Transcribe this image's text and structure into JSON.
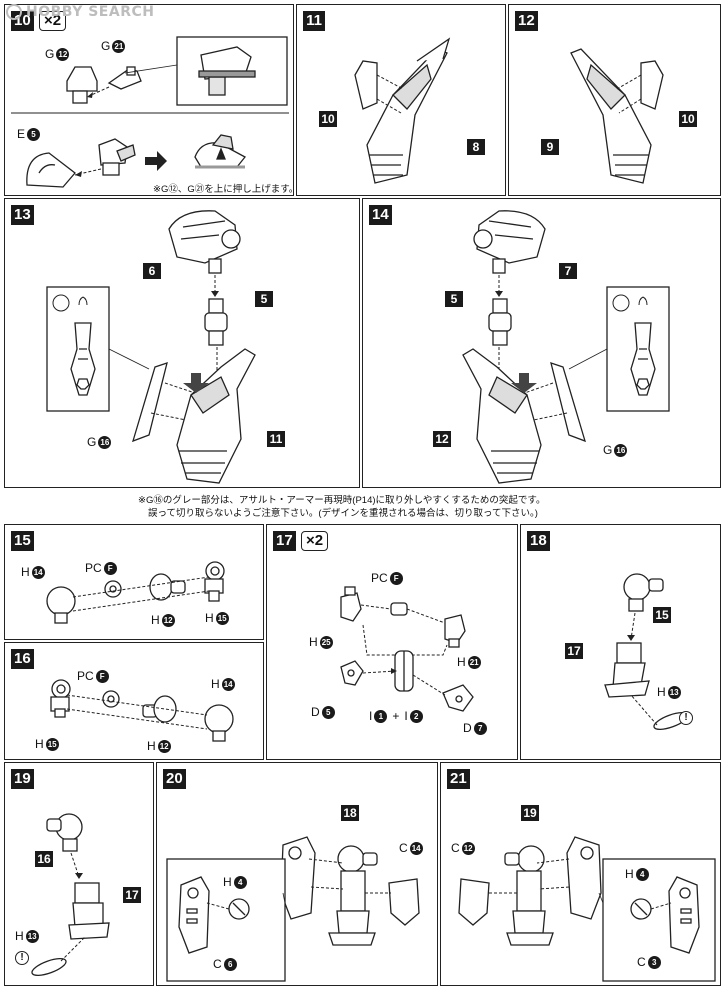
{
  "watermark": {
    "text": "HOBBY SEARCH"
  },
  "steps": {
    "s10": {
      "number": "10",
      "multiplier": "×2",
      "labels": {
        "g12": "G",
        "g12n": "12",
        "g21": "G",
        "g21n": "21",
        "e5": "E",
        "e5n": "5"
      },
      "note": "※G⑫、G㉑を上に押し上げます。"
    },
    "s11": {
      "number": "11",
      "refs": {
        "a": "10",
        "b": "8"
      }
    },
    "s12": {
      "number": "12",
      "refs": {
        "a": "10",
        "b": "9"
      }
    },
    "s13": {
      "number": "13",
      "refs": {
        "a": "6",
        "b": "5",
        "c": "11"
      },
      "labels": {
        "g": "G",
        "gn": "16"
      }
    },
    "s14": {
      "number": "14",
      "refs": {
        "a": "7",
        "b": "5",
        "c": "12"
      },
      "labels": {
        "g": "G",
        "gn": "16"
      }
    },
    "note1314": {
      "line1": "※G⑯のグレー部分は、アサルト・アーマー再現時(P14)に取り外しやすくするための突起です。",
      "line2": "誤って切り取らないようご注意下さい。(デザインを重視される場合は、切り取って下さい。)"
    },
    "s15": {
      "number": "15",
      "labels": {
        "h14": "H",
        "h14n": "14",
        "pcf": "PC",
        "pcfn": "F",
        "h12": "H",
        "h12n": "12",
        "h15": "H",
        "h15n": "15"
      }
    },
    "s16": {
      "number": "16",
      "labels": {
        "pcf": "PC",
        "pcfn": "F",
        "h14": "H",
        "h14n": "14",
        "h15": "H",
        "h15n": "15",
        "h12": "H",
        "h12n": "12"
      }
    },
    "s17": {
      "number": "17",
      "multiplier": "×2",
      "labels": {
        "pcf": "PC",
        "pcfn": "F",
        "h25": "H",
        "h25n": "25",
        "h21": "H",
        "h21n": "21",
        "d5": "D",
        "d5n": "5",
        "d7": "D",
        "d7n": "7",
        "i1": "I",
        "i1n": "1",
        "plus": "+",
        "i2": "I",
        "i2n": "2"
      }
    },
    "s18": {
      "number": "18",
      "refs": {
        "a": "15",
        "b": "17"
      },
      "labels": {
        "h13": "H",
        "h13n": "13"
      },
      "warn": "!"
    },
    "s19": {
      "number": "19",
      "refs": {
        "a": "16",
        "b": "17"
      },
      "labels": {
        "h13": "H",
        "h13n": "13"
      },
      "warn": "!"
    },
    "s20": {
      "number": "20",
      "refs": {
        "a": "18"
      },
      "labels": {
        "c14": "C",
        "c14n": "14",
        "h4": "H",
        "h4n": "4",
        "c6": "C",
        "c6n": "6"
      }
    },
    "s21": {
      "number": "21",
      "refs": {
        "a": "19"
      },
      "labels": {
        "c12": "C",
        "c12n": "12",
        "h4": "H",
        "h4n": "4",
        "c3": "C",
        "c3n": "3"
      }
    }
  }
}
